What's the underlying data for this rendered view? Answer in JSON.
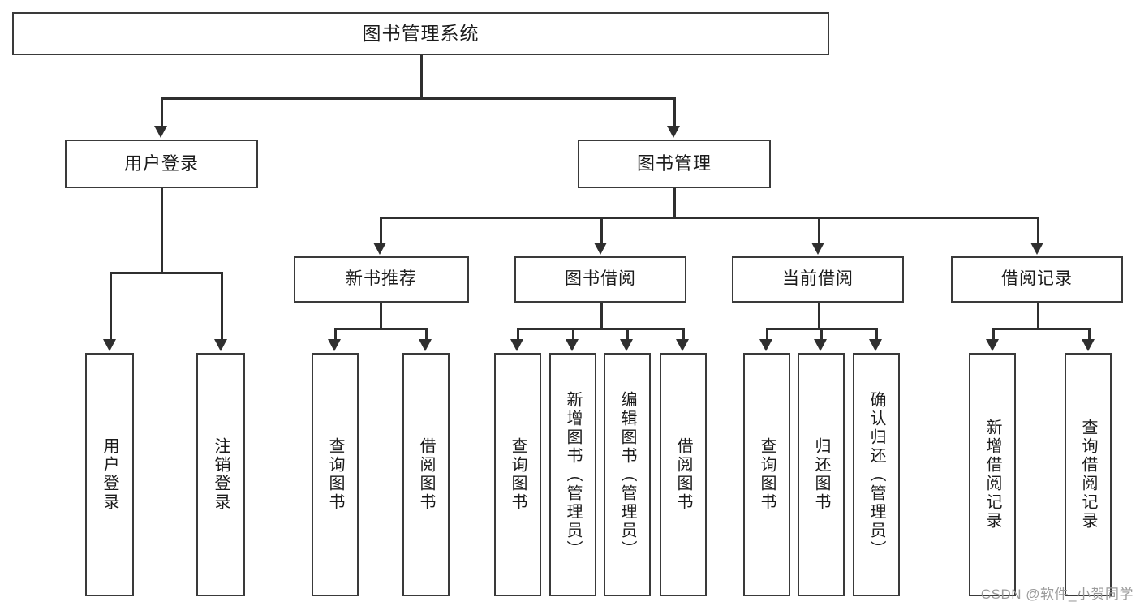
{
  "diagram": {
    "title": "图书管理系统",
    "watermark": "CSDN @软件_小贺同学",
    "colors": {
      "box_border": "#3a3a3a",
      "connector": "#2f2f2f",
      "text": "#1b1b1b",
      "background": "#ffffff",
      "watermark": "#9a9a9a"
    },
    "nodes": {
      "root": {
        "label": "图书管理系统"
      },
      "level2": [
        {
          "id": "user-login",
          "label": "用户登录"
        },
        {
          "id": "book-manage",
          "label": "图书管理"
        }
      ],
      "level3": [
        {
          "id": "new-book-recommend",
          "label": "新书推荐"
        },
        {
          "id": "book-borrow",
          "label": "图书借阅"
        },
        {
          "id": "current-borrow",
          "label": "当前借阅"
        },
        {
          "id": "borrow-record",
          "label": "借阅记录"
        }
      ],
      "leaves": {
        "user_login": [
          {
            "id": "leaf-user-login",
            "label": "用户登录"
          },
          {
            "id": "leaf-logout-login",
            "label": "注销登录"
          }
        ],
        "new_book_recommend": [
          {
            "id": "leaf-query-book-1",
            "label": "查询图书"
          },
          {
            "id": "leaf-borrow-book-1",
            "label": "借阅图书"
          }
        ],
        "book_borrow": [
          {
            "id": "leaf-query-book-2",
            "label": "查询图书"
          },
          {
            "id": "leaf-add-book",
            "label": "新增图书（管理员）"
          },
          {
            "id": "leaf-edit-book",
            "label": "编辑图书（管理员）"
          },
          {
            "id": "leaf-borrow-book-2",
            "label": "借阅图书"
          }
        ],
        "current_borrow": [
          {
            "id": "leaf-query-book-3",
            "label": "查询图书"
          },
          {
            "id": "leaf-return-book",
            "label": "归还图书"
          },
          {
            "id": "leaf-confirm-return",
            "label": "确认归还（管理员）"
          }
        ],
        "borrow_record": [
          {
            "id": "leaf-add-record",
            "label": "新增借阅记录"
          },
          {
            "id": "leaf-query-record",
            "label": "查询借阅记录"
          }
        ]
      }
    }
  }
}
